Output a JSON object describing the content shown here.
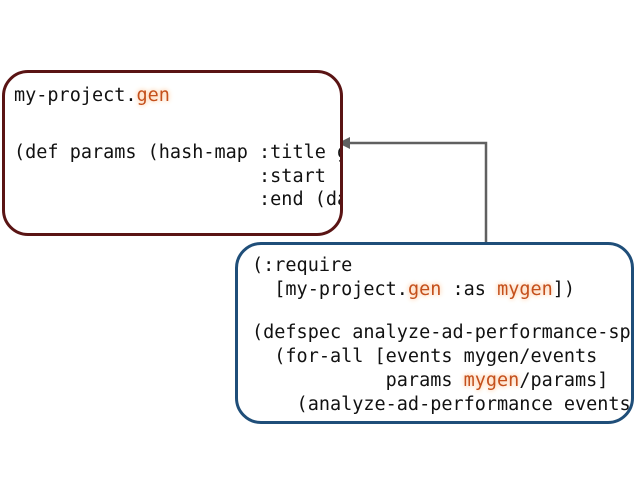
{
  "colors": {
    "gen_box_border": "#5a1414",
    "spec_box_border": "#1f4e79",
    "arrow": "#606060",
    "highlight": "#c4501c"
  },
  "gen_box": {
    "lines": [
      [
        {
          "t": "my-project."
        },
        {
          "t": "gen",
          "hl": true
        }
      ],
      [
        {
          "t": "(def params (hash-map :title g"
        }
      ],
      [
        {
          "t": "                      :start ("
        }
      ],
      [
        {
          "t": "                      :end (da"
        }
      ]
    ]
  },
  "spec_box": {
    "lines": [
      [
        {
          "t": "(:require"
        }
      ],
      [
        {
          "t": "  [my-project."
        },
        {
          "t": "gen",
          "hl": true
        },
        {
          "t": " :as "
        },
        {
          "t": "mygen",
          "hl": true
        },
        {
          "t": "])"
        }
      ],
      [
        {
          "t": "(defspec analyze-ad-performance-sp"
        }
      ],
      [
        {
          "t": "  (for-all [events mygen/events"
        }
      ],
      [
        {
          "t": "            params "
        },
        {
          "t": "mygen",
          "hl": true
        },
        {
          "t": "/params]"
        }
      ],
      [
        {
          "t": "    (analyze-ad-performance events"
        }
      ]
    ]
  }
}
